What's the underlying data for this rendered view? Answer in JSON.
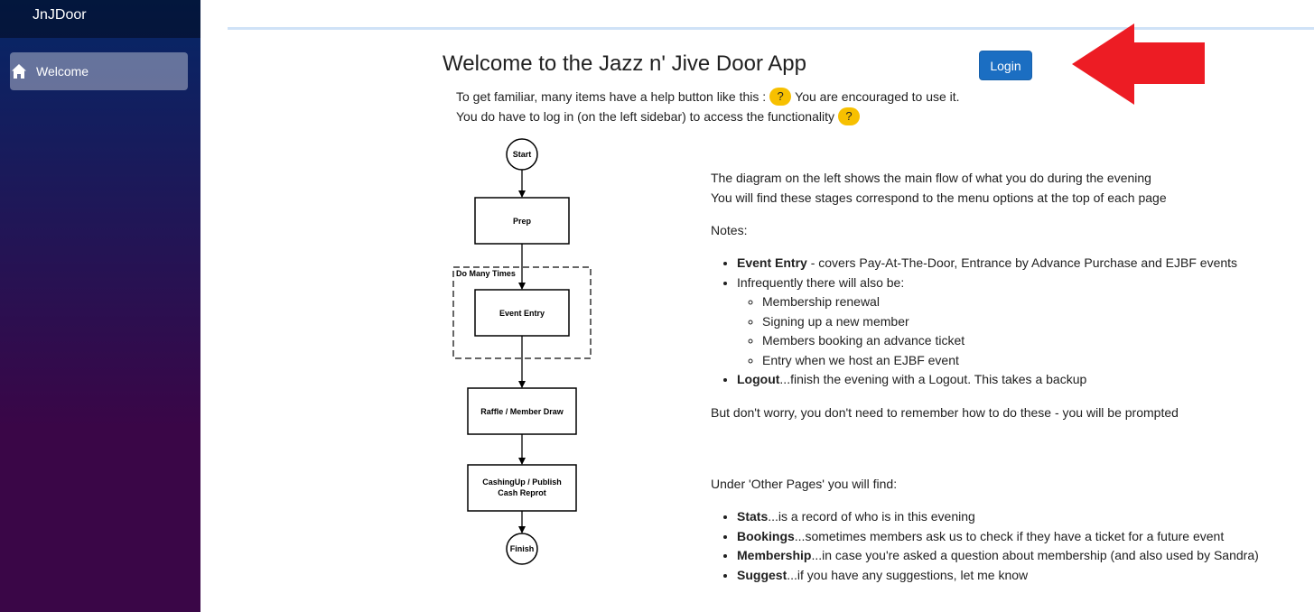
{
  "app": {
    "brand": "JnJDoor"
  },
  "sidebar": {
    "items": [
      {
        "label": "Welcome",
        "icon": "home-icon"
      }
    ]
  },
  "header": {
    "title": "Welcome to the Jazz n' Jive Door App",
    "login_label": "Login"
  },
  "intro": {
    "line1_before": "To get familiar, many items have a help button like this :",
    "line1_after": "You are encouraged to use it.",
    "line2": "You do have to log in (on the left sidebar) to access the functionality",
    "help_symbol": "?"
  },
  "flow": {
    "start": "Start",
    "prep": "Prep",
    "loop_label": "Do Many Times",
    "event_entry": "Event Entry",
    "raffle": "Raffle / Member Draw",
    "cashing_line1": "CashingUp / Publish",
    "cashing_line2": "Cash Reprot",
    "finish": "Finish"
  },
  "main": {
    "desc1": "The diagram on the left shows the main flow of what you do during the evening",
    "desc2": "You will find these stages correspond to the menu options at the top of each page",
    "notes_label": "Notes:",
    "notes": {
      "event_entry_bold": "Event Entry",
      "event_entry_text": " - covers Pay-At-The-Door, Entrance by Advance Purchase and EJBF events",
      "infrequent": "Infrequently there will also be:",
      "sub_items": [
        "Membership renewal",
        "Signing up a new member",
        "Members booking an advance ticket",
        "Entry when we host an EJBF event"
      ],
      "logout_bold": "Logout",
      "logout_text": "...finish the evening with a Logout. This takes a backup"
    },
    "reassure": "But don't worry, you don't need to remember how to do these - you will be prompted",
    "other_label": "Under 'Other Pages' you will find:",
    "other_items": [
      {
        "bold": "Stats",
        "text": "...is a record of who is in this evening"
      },
      {
        "bold": "Bookings",
        "text": "...sometimes members ask us to check if they have a ticket for a future event"
      },
      {
        "bold": "Membership",
        "text": "...in case you're asked a question about membership (and also used by Sandra)"
      },
      {
        "bold": "Suggest",
        "text": "...if you have any suggestions, let me know"
      }
    ]
  },
  "colors": {
    "accent": "#1b6ec2",
    "help": "#f7c000",
    "arrow": "#ed1c24"
  }
}
